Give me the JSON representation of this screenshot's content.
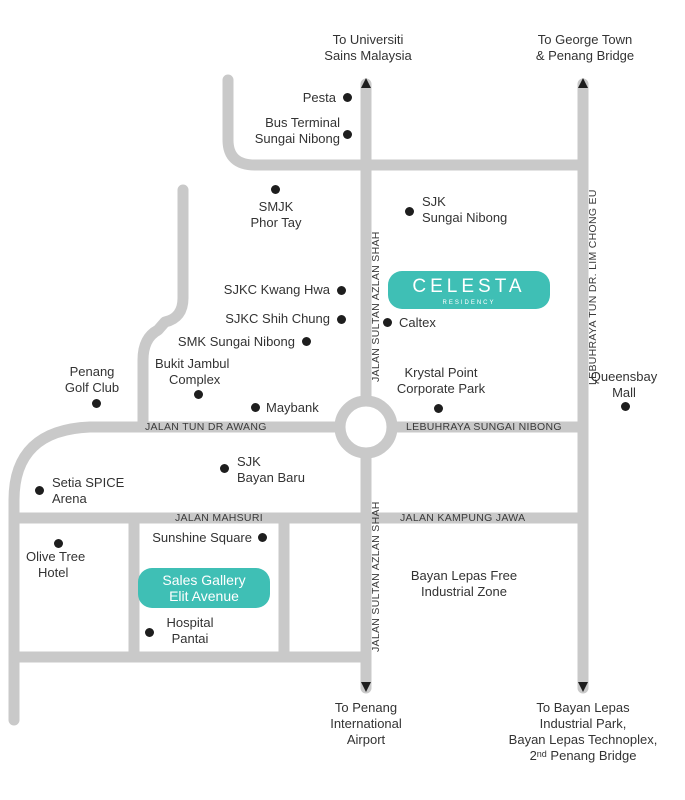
{
  "colors": {
    "road": "#c9c9c9",
    "accent": "#3fbfb5",
    "dot": "#1e1e1e",
    "text": "#333333"
  },
  "directions": {
    "north_left": [
      "To Universiti",
      "Sains Malaysia"
    ],
    "north_right": [
      "To George Town",
      "& Penang Bridge"
    ],
    "south_left": [
      "To Penang",
      "International",
      "Airport"
    ],
    "south_right": [
      "To Bayan Lepas",
      "Industrial Park,",
      "Bayan Lepas Technoplex,"
    ],
    "south_right_last": {
      "prefix": "2",
      "sup": "nd",
      "suffix": " Penang Bridge"
    }
  },
  "roads": {
    "jalan_sultan_azlan_shah": "JALAN SULTAN AZLAN SHAH",
    "lebuhraya_tun_dr_lim_chong_eu": "LEBUHRAYA TUN DR. LIM CHONG EU",
    "jalan_tun_dr_awang": "JALAN TUN DR AWANG",
    "lebuhraya_sungai_nibong": "LEBUHRAYA SUNGAI NIBONG",
    "jalan_mahsuri": "JALAN MAHSURI",
    "jalan_kampung_jawa": "JALAN KAMPUNG JAWA"
  },
  "badges": {
    "celesta": {
      "name": "CELESTA",
      "sub": "RESIDENCY"
    },
    "sales_gallery": [
      "Sales Gallery",
      "Elit Avenue"
    ]
  },
  "places": {
    "pesta": [
      "Pesta"
    ],
    "bus_terminal": [
      "Bus Terminal",
      "Sungai Nibong"
    ],
    "smjk_phor_tay": [
      "SMJK",
      "Phor Tay"
    ],
    "sjk_sungai_nibong": [
      "SJK",
      "Sungai Nibong"
    ],
    "sjkc_kwang_hwa": [
      "SJKC Kwang Hwa"
    ],
    "sjkc_shih_chung": [
      "SJKC Shih Chung"
    ],
    "caltex": [
      "Caltex"
    ],
    "smk_sungai_nibong": [
      "SMK Sungai Nibong"
    ],
    "bukit_jambul": [
      "Bukit Jambul",
      "Complex"
    ],
    "krystal_point": [
      "Krystal Point",
      "Corporate Park"
    ],
    "queensbay": [
      "Queensbay",
      "Mall"
    ],
    "penang_golf": [
      "Penang",
      "Golf Club"
    ],
    "maybank": [
      "Maybank"
    ],
    "sjk_bayan_baru": [
      "SJK",
      "Bayan Baru"
    ],
    "setia_spice": [
      "Setia SPICE",
      "Arena"
    ],
    "olive_tree": [
      "Olive Tree",
      "Hotel"
    ],
    "sunshine_square": [
      "Sunshine Square"
    ],
    "bayan_lepas_fiz": [
      "Bayan Lepas Free",
      "Industrial Zone"
    ],
    "hospital_pantai": [
      "Hospital",
      "Pantai"
    ]
  }
}
